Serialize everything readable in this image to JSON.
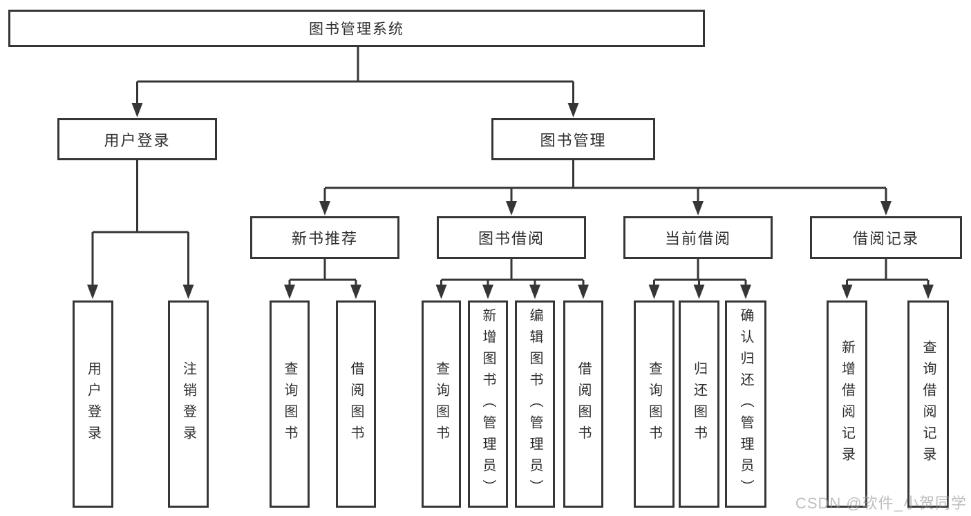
{
  "diagram": {
    "root": {
      "label": "图书管理系统"
    },
    "level2": {
      "user_login": {
        "label": "用户登录"
      },
      "book_management": {
        "label": "图书管理"
      }
    },
    "level3": {
      "new_book_recommend": {
        "label": "新书推荐"
      },
      "book_borrow": {
        "label": "图书借阅"
      },
      "current_borrow": {
        "label": "当前借阅"
      },
      "borrow_records": {
        "label": "借阅记录"
      }
    },
    "leaves": {
      "ul_login": {
        "label": "用户登录"
      },
      "ul_logout": {
        "label": "注销登录"
      },
      "nb_query": {
        "label": "查询图书"
      },
      "nb_borrow": {
        "label": "借阅图书"
      },
      "bb_query": {
        "label": "查询图书"
      },
      "bb_add": {
        "label": "新增图书（管理员）"
      },
      "bb_edit": {
        "label": "编辑图书（管理员）"
      },
      "bb_borrow": {
        "label": "借阅图书"
      },
      "cb_query": {
        "label": "查询图书"
      },
      "cb_return": {
        "label": "归还图书"
      },
      "cb_confirm": {
        "label": "确认归还（管理员）"
      },
      "br_add": {
        "label": "新增借阅记录"
      },
      "br_query": {
        "label": "查询借阅记录"
      }
    }
  },
  "watermark": {
    "text": "CSDN @软件_小贺同学"
  },
  "colors": {
    "line": "#363636",
    "text": "#2e2e2e",
    "background": "#ffffff",
    "watermark": "#969696"
  }
}
